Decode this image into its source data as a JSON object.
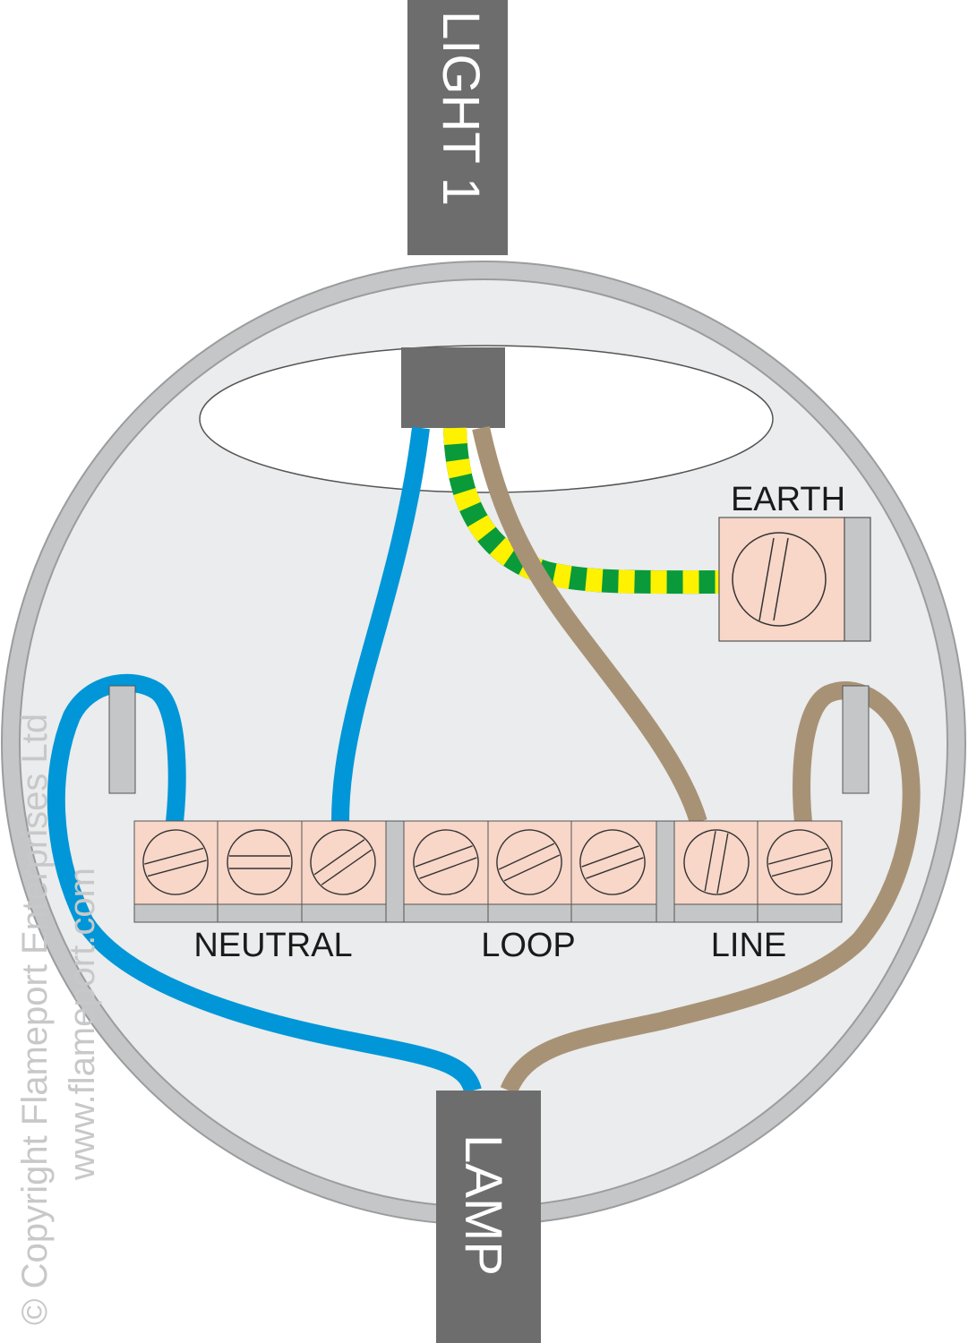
{
  "cables": {
    "top": "LIGHT 1",
    "bottom": "LAMP"
  },
  "labels": {
    "earth": "EARTH",
    "neutral": "NEUTRAL",
    "loop": "LOOP",
    "line": "LINE"
  },
  "copyright": {
    "line1": "© Copyright Flameport Enterprises Ltd",
    "line2": "www.flameport.com"
  },
  "colors": {
    "neutral_wire": "#0096d8",
    "line_wire": "#a89276",
    "earth_green": "#0a9a3a",
    "earth_yellow": "#fff200",
    "cable_sheath": "#6d6d6d",
    "terminal_block": "#f8d6c8",
    "rose_body": "#eaeced",
    "rose_rim": "#c4c6c7"
  }
}
